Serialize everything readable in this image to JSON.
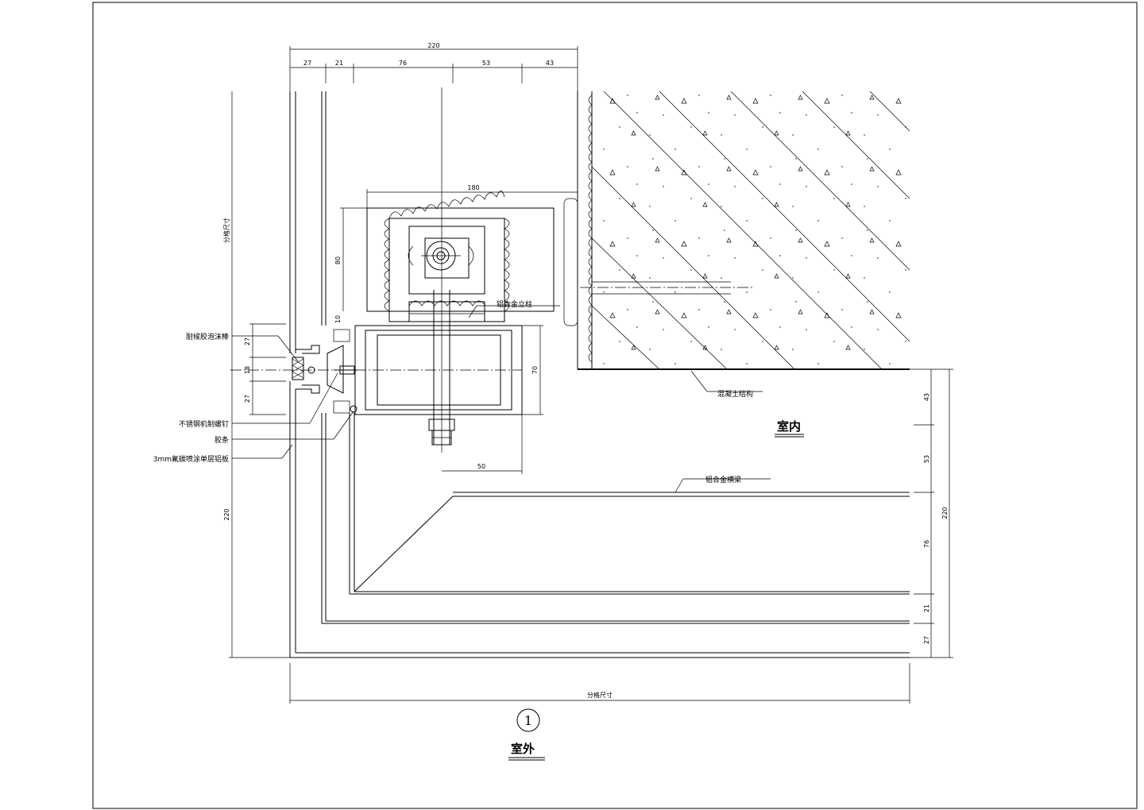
{
  "drawing": {
    "top_dims": {
      "total": "220",
      "segments": [
        "27",
        "21",
        "76",
        "53",
        "43"
      ]
    },
    "right_dims": {
      "total": "220",
      "segments": [
        "43",
        "53",
        "76",
        "21",
        "27"
      ]
    },
    "left_dims": {
      "grid": "分格尺寸",
      "total": "220",
      "joint": [
        "27",
        "18",
        "27"
      ]
    },
    "bottom_dim": "分格尺寸",
    "mullion_width": "180",
    "mullion_height": "80",
    "gap": "10",
    "transom_height": "70",
    "bolt_offset": "50",
    "labels": {
      "sealant": "耐候胶泡沫棒",
      "screw": "不锈钢机制螺钉",
      "gasket": "胶条",
      "panel": "3mm氟碳喷涂单层铝板",
      "mullion": "铝合金立柱",
      "concrete": "混凝土结构",
      "transom": "铝合金横梁"
    },
    "rooms": {
      "inside": "室内",
      "outside": "室外"
    },
    "detail_number": "1"
  }
}
